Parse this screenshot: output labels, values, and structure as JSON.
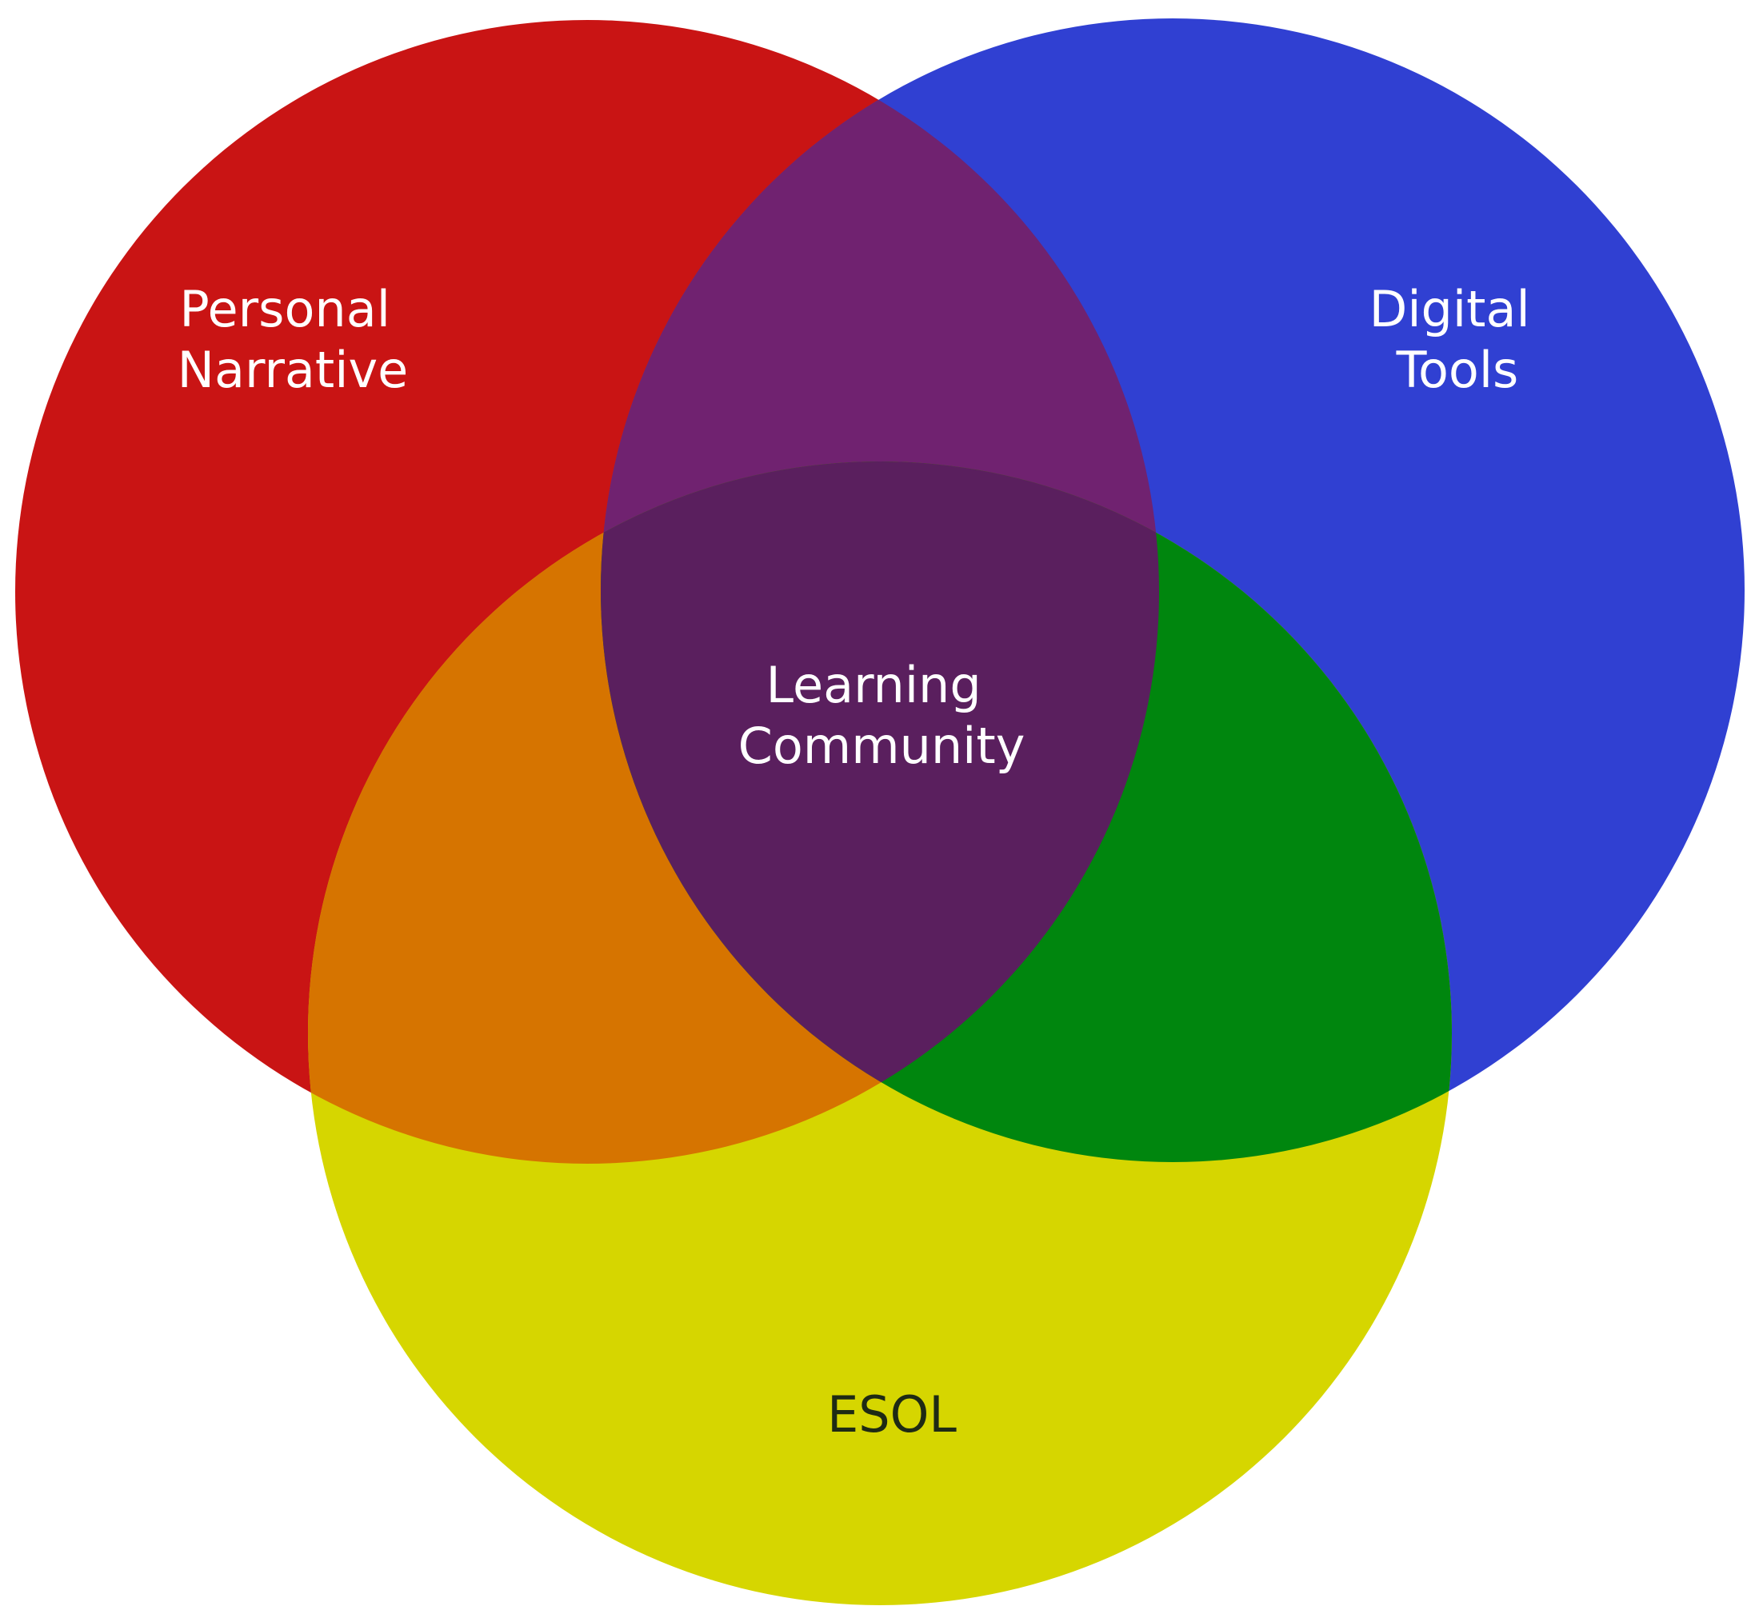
{
  "diagram": {
    "sets": [
      {
        "id": "personal-narrative",
        "lines": [
          "Personal",
          "Narrative"
        ],
        "color": "#c91414",
        "label_color": "#ffffff"
      },
      {
        "id": "digital-tools",
        "lines": [
          "Digital",
          "Tools"
        ],
        "color": "#3040d2",
        "label_color": "#ffffff"
      },
      {
        "id": "esol",
        "lines": [
          "ESOL"
        ],
        "color": "#d6d600",
        "label_color": "#1e2a14"
      }
    ],
    "intersections": {
      "personal_digital": "#702270",
      "personal_esol": "#d67400",
      "digital_esol": "#00860e",
      "all": "#5a1f5e"
    },
    "center": {
      "lines": [
        "Learning",
        "Community"
      ],
      "label_color": "#ffffff"
    }
  }
}
